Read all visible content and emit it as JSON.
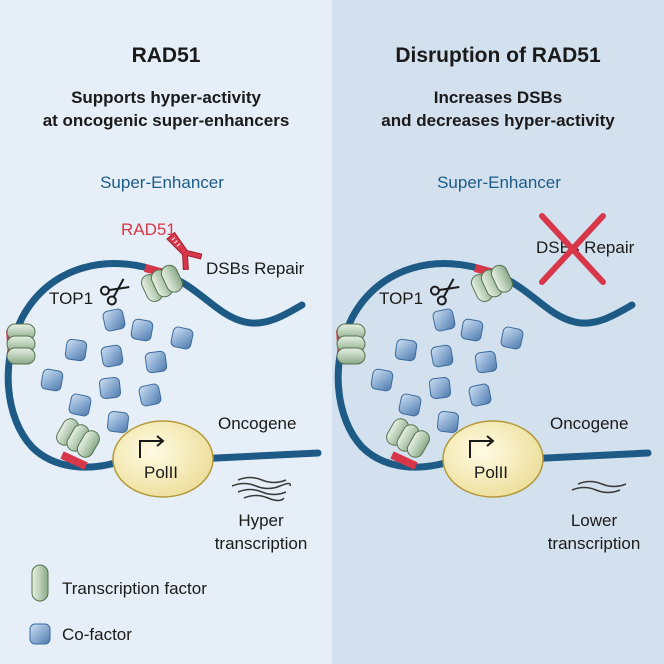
{
  "colors": {
    "left_panel_bg": "#e6eff7",
    "right_panel_bg": "#d3e1ee",
    "dna": "#1d5b86",
    "rad51": "#d8374a",
    "cofactor": "#7fa3cc",
    "transcription_factor": "#b5ccb2",
    "polii": "#f5e9b0"
  },
  "left_panel": {
    "title": "RAD51",
    "subtitle_line1": "Supports hyper-activity",
    "subtitle_line2": "at oncogenic super-enhancers",
    "super_enhancer": "Super-Enhancer",
    "rad51_label": "RAD51",
    "dsbs_repair": "DSBs Repair",
    "top1": "TOP1",
    "oncogene": "Oncogene",
    "polii": "PolII",
    "transcription_line1": "Hyper",
    "transcription_line2": "transcription"
  },
  "right_panel": {
    "title": "Disruption of RAD51",
    "subtitle_line1": "Increases DSBs",
    "subtitle_line2": "and decreases hyper-activity",
    "super_enhancer": "Super-Enhancer",
    "dsbs_repair": "DSBs Repair",
    "top1": "TOP1",
    "oncogene": "Oncogene",
    "polii": "PolII",
    "transcription_line1": "Lower",
    "transcription_line2": "transcription"
  },
  "legend": {
    "transcription_factor": "Transcription factor",
    "cofactor": "Co-factor"
  }
}
